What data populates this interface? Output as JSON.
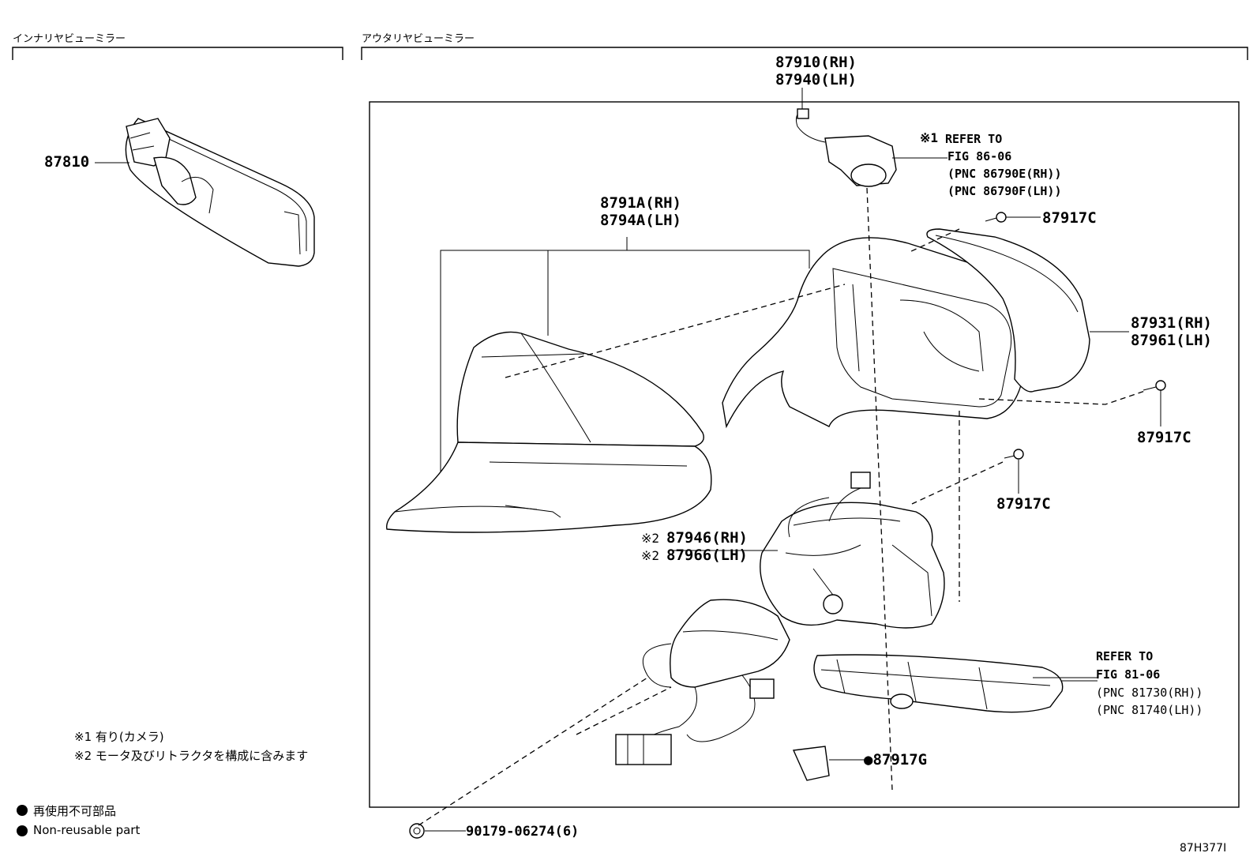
{
  "sections": {
    "inner_mirror": "インナリヤビューミラー",
    "outer_mirror": "アウタリヤビューミラー"
  },
  "parts": {
    "p87810": "87810",
    "p87910": "87910(RH)",
    "p87940": "87940(LH)",
    "p8791A": "8791A(RH)",
    "p8794A": "8794A(LH)",
    "p87931": "87931(RH)",
    "p87961": "87961(LH)",
    "p87917c_a": "87917C",
    "p87917c_b": "87917C",
    "p87917c_c": "87917C",
    "p87946": "87946(RH)",
    "p87966": "87966(LH)",
    "p87917g": "●87917G",
    "p90179": "90179-06274(6)"
  },
  "refs": {
    "camera_mark": "※1",
    "camera_line1": "REFER TO",
    "camera_line2": "FIG 86-06",
    "camera_line3": "(PNC 86790E(RH))",
    "camera_line4": "(PNC 86790F(LH))",
    "lamp_line1": "REFER TO",
    "lamp_line2": "FIG 81-06",
    "lamp_line3": "(PNC 81730(RH))",
    "lamp_line4": "(PNC 81740(LH))",
    "motor_mark_a": "※2",
    "motor_mark_b": "※2"
  },
  "notes": {
    "note1": "※1 有り(カメラ)",
    "note2": "※2 モータ及びリトラクタを構成に含みます"
  },
  "legend": {
    "item1": "再使用不可部品",
    "item2": "Non-reusable part"
  },
  "figure_code": "87H377I"
}
